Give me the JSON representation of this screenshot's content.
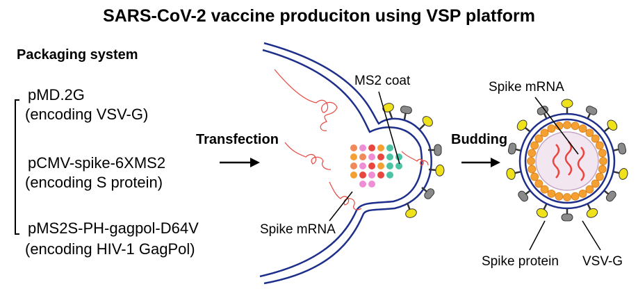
{
  "title": "SARS-CoV-2 vaccine produciton using VSP platform",
  "packaging": {
    "heading": "Packaging system",
    "plasmids": [
      {
        "name": "pMD.2G",
        "desc": "(encoding VSV-G)"
      },
      {
        "name": "pCMV-spike-6XMS2",
        "desc": "(encoding S protein)"
      },
      {
        "name": "pMS2S-PH-gagpol-D64V",
        "desc": "(encoding HIV-1 GagPol)"
      }
    ]
  },
  "steps": {
    "transfection": "Transfection",
    "budding": "Budding"
  },
  "cell_labels": {
    "ms2_coat": "MS2 coat",
    "spike_mrna": "Spike mRNA"
  },
  "particle_labels": {
    "spike_mrna": "Spike mRNA",
    "spike_protein": "Spike protein",
    "vsvg": "VSV-G"
  },
  "colors": {
    "membrane": "#1d2f8a",
    "capsid": "#f5a033",
    "spike_protein": "#f0e21a",
    "vsvg": "#8a8a8a",
    "mrna": "#e8463f",
    "core_fill": "#f2e6f0",
    "core_stroke": "#c7a6c4",
    "dot_colors": [
      "#f08a5a",
      "#ee8fd6",
      "#e8463f",
      "#f5a033",
      "#4cc4a4"
    ]
  }
}
